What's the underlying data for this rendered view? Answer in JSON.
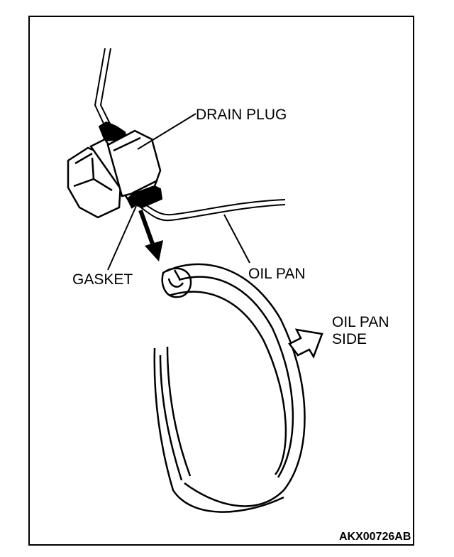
{
  "labels": {
    "drain_plug": "DRAIN PLUG",
    "gasket": "GASKET",
    "oil_pan": "OIL PAN",
    "oil_pan_side_line1": "OIL PAN",
    "oil_pan_side_line2": "SIDE"
  },
  "figure_code": "AKX00726AB"
}
